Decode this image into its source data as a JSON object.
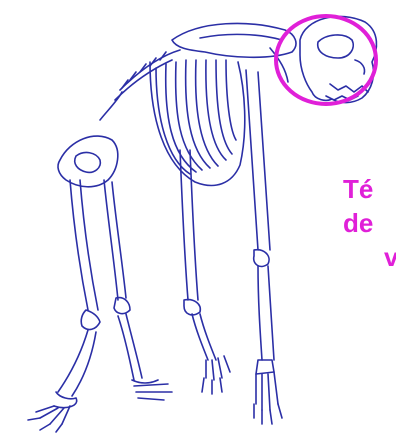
{
  "figure": {
    "caption_lines": [
      "Té",
      "de",
      "v"
    ],
    "colors": {
      "line_art": "#2b2fa6",
      "highlight_circle": "#e020d8",
      "caption": "#e020d8",
      "background": "#ffffff"
    },
    "icons": {
      "skeleton": "ape-skeleton-drawing",
      "highlight": "skull-highlight-circle"
    }
  }
}
